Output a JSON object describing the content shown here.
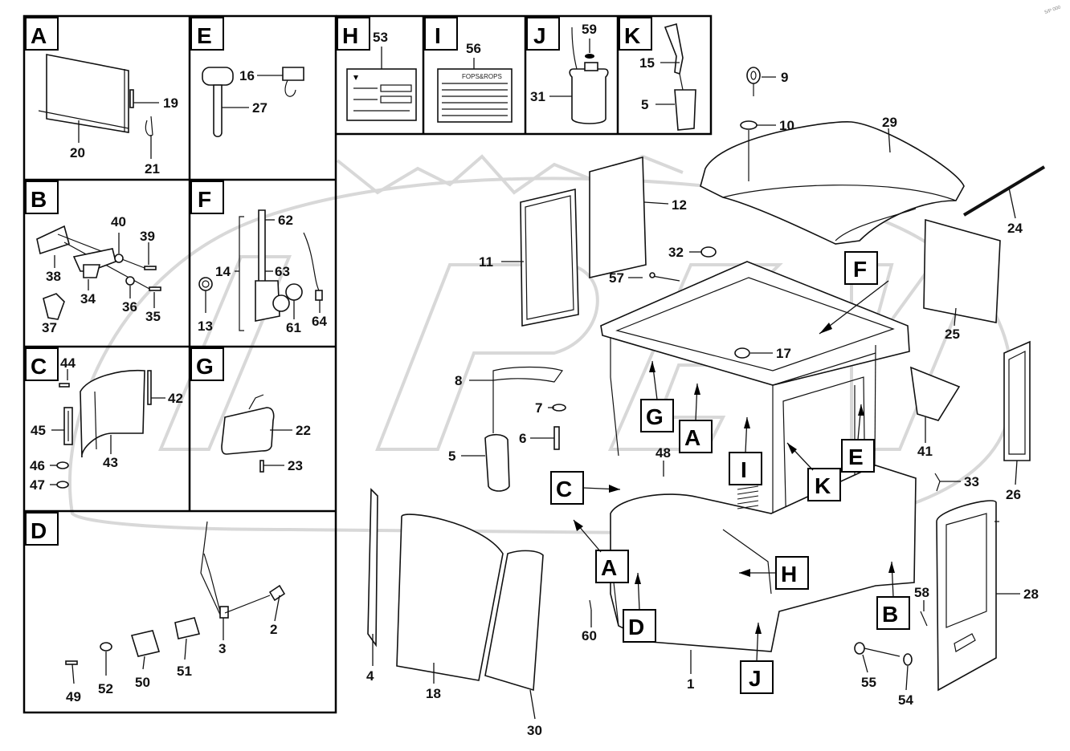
{
  "panels": {
    "A": {
      "letter": "A",
      "labels": [
        "19",
        "20",
        "21"
      ]
    },
    "E": {
      "letter": "E",
      "labels": [
        "16",
        "27"
      ]
    },
    "H": {
      "letter": "H",
      "labels": [
        "53"
      ]
    },
    "I": {
      "letter": "I",
      "labels": [
        "56"
      ]
    },
    "J": {
      "letter": "J",
      "labels": [
        "59",
        "31"
      ]
    },
    "K": {
      "letter": "K",
      "labels": [
        "15",
        "5"
      ]
    },
    "B": {
      "letter": "B",
      "labels": [
        "40",
        "39",
        "38",
        "34",
        "36",
        "35",
        "37"
      ]
    },
    "F": {
      "letter": "F",
      "labels": [
        "62",
        "14",
        "63",
        "13",
        "61",
        "64"
      ]
    },
    "C": {
      "letter": "C",
      "labels": [
        "44",
        "42",
        "45",
        "43",
        "46",
        "47"
      ]
    },
    "G": {
      "letter": "G",
      "labels": [
        "22",
        "23"
      ]
    },
    "D": {
      "letter": "D",
      "labels": [
        "2",
        "3",
        "49",
        "52",
        "50",
        "51"
      ]
    }
  },
  "plate_I_text": "FOPS&ROPS",
  "main_labels": [
    "9",
    "10",
    "29",
    "24",
    "12",
    "11",
    "32",
    "57",
    "17",
    "25",
    "8",
    "7",
    "6",
    "5",
    "41",
    "26",
    "33",
    "48",
    "4",
    "18",
    "30",
    "1",
    "60",
    "58",
    "28",
    "55",
    "54"
  ],
  "callouts": [
    "F",
    "G",
    "A",
    "I",
    "E",
    "K",
    "C",
    "A",
    "H",
    "D",
    "B",
    "J"
  ],
  "corner_mark": "5/P 000"
}
